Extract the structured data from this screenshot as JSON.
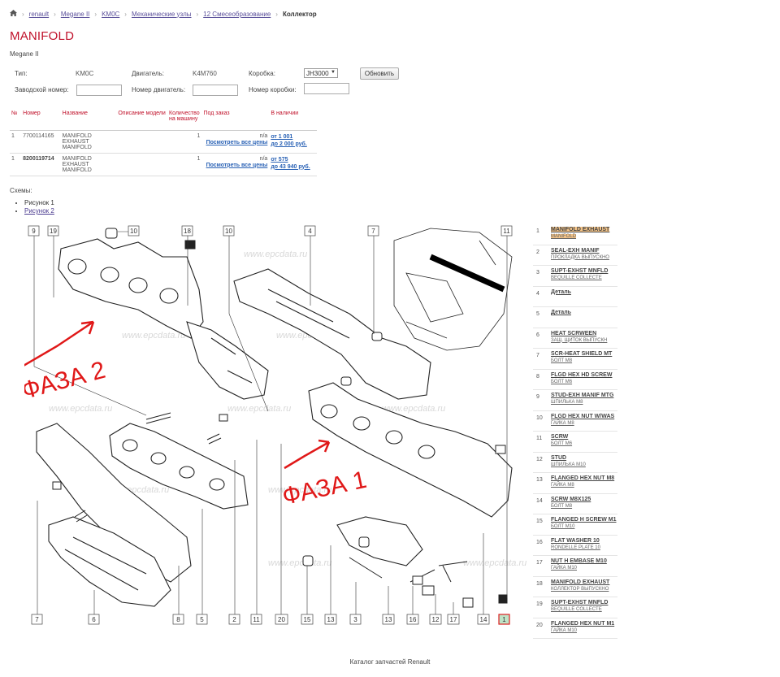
{
  "breadcrumb": {
    "home_icon": "home-icon",
    "items": [
      "renault",
      "Megane II",
      "KM0C",
      "Механические узлы",
      "12 Смесеобразование"
    ],
    "current": "Коллектор"
  },
  "title": "MANIFOLD",
  "subtitle": "Megane II",
  "filters": {
    "type_label": "Тип:",
    "type_value": "KM0C",
    "engine_label": "Двигатель:",
    "engine_value": "K4M760",
    "gearbox_label": "Коробка:",
    "gearbox_value": "JH3000",
    "update_button": "Обновить",
    "factory_label": "Заводской номер:",
    "engine_num_label": "Номер двигатель:",
    "gearbox_num_label": "Номер коробки:"
  },
  "table": {
    "headers": [
      "№",
      "Номер",
      "Название",
      "Описание модели",
      "Количество на машину",
      "Под заказ",
      "В наличии"
    ],
    "rows": [
      {
        "no": "1",
        "number": "7700114165",
        "name": "MANIFOLD EXHAUST MANIFOLD",
        "desc": "",
        "qty": "1",
        "order": "n/a",
        "order_link": "Посмотреть все цены",
        "stock_from": "от 1 001",
        "stock_to": "до 2 000 руб."
      },
      {
        "no": "1",
        "number": "8200119714",
        "name": "MANIFOLD EXHAUST MANIFOLD",
        "desc": "",
        "qty": "1",
        "order": "n/a",
        "order_link": "Посмотреть все цены",
        "stock_from": "от 575",
        "stock_to": "до 43 940 руб."
      }
    ]
  },
  "schemes": {
    "title": "Схемы:",
    "items": [
      "Рисунок 1",
      "Рисунок 2"
    ]
  },
  "diagram": {
    "top_labels": [
      "9",
      "19",
      "10",
      "18",
      "10",
      "4",
      "7",
      "11"
    ],
    "bottom_labels": [
      "7",
      "6",
      "8",
      "5",
      "2",
      "11",
      "20",
      "15",
      "13",
      "3",
      "13",
      "16",
      "12",
      "17",
      "14",
      "1"
    ],
    "watermark": "www.epcdata.ru",
    "annotation_1": "ФАЗА 1",
    "annotation_2": "ФАЗА 2"
  },
  "legend": [
    {
      "num": "1",
      "name": "MANIFOLD EXHAUST",
      "desc": "MANIFOLD"
    },
    {
      "num": "2",
      "name": "SEAL-EXH MANIF",
      "desc": "ПРОКЛАДКА ВЫПУСКНО"
    },
    {
      "num": "3",
      "name": "SUPT-EXHST MNFLD",
      "desc": "BEQUILLE COLLECTE"
    },
    {
      "num": "4",
      "name": "Деталь",
      "desc": ""
    },
    {
      "num": "5",
      "name": "Деталь",
      "desc": ""
    },
    {
      "num": "6",
      "name": "HEAT SCRWEEN",
      "desc": "ЗАЩ. ЩИТОК ВЫПУСКН"
    },
    {
      "num": "7",
      "name": "SCR-HEAT SHIELD MT",
      "desc": "БОЛТ M8"
    },
    {
      "num": "8",
      "name": "FLGD HEX HD SCREW",
      "desc": "БОЛТ M6"
    },
    {
      "num": "9",
      "name": "STUD-EXH MANIF MTG",
      "desc": "ШПИЛЬКА M8"
    },
    {
      "num": "10",
      "name": "FLGD HEX NUT W/WAS",
      "desc": "ГАЙКА M8"
    },
    {
      "num": "11",
      "name": "SCRW",
      "desc": "БОЛТ M6"
    },
    {
      "num": "12",
      "name": "STUD",
      "desc": "ШПИЛЬКА M10"
    },
    {
      "num": "13",
      "name": "FLANGED HEX NUT M8",
      "desc": "ГАЙКА M8"
    },
    {
      "num": "14",
      "name": "SCRW M8X125",
      "desc": "БОЛТ M8"
    },
    {
      "num": "15",
      "name": "FLANGED H SCREW M1",
      "desc": "БОЛТ M10"
    },
    {
      "num": "16",
      "name": "FLAT WASHER 10",
      "desc": "RONDELLE PLATE 10"
    },
    {
      "num": "17",
      "name": "NUT H EMBASE M10",
      "desc": "ГАЙКА M10"
    },
    {
      "num": "18",
      "name": "MANIFOLD EXHAUST",
      "desc": "КОЛЛЕКТОР ВЫПУСКНО"
    },
    {
      "num": "19",
      "name": "SUPT-EXHST MNFLD",
      "desc": "BEQUILLE COLLECTE"
    },
    {
      "num": "20",
      "name": "FLANGED HEX NUT M1",
      "desc": "ГАЙКА M10"
    }
  ],
  "footer": "Каталог запчастей Renault",
  "colors": {
    "title": "#c0112a",
    "link": "#2a62b5",
    "highlight": "#f3c387",
    "annotation": "#e01818"
  }
}
